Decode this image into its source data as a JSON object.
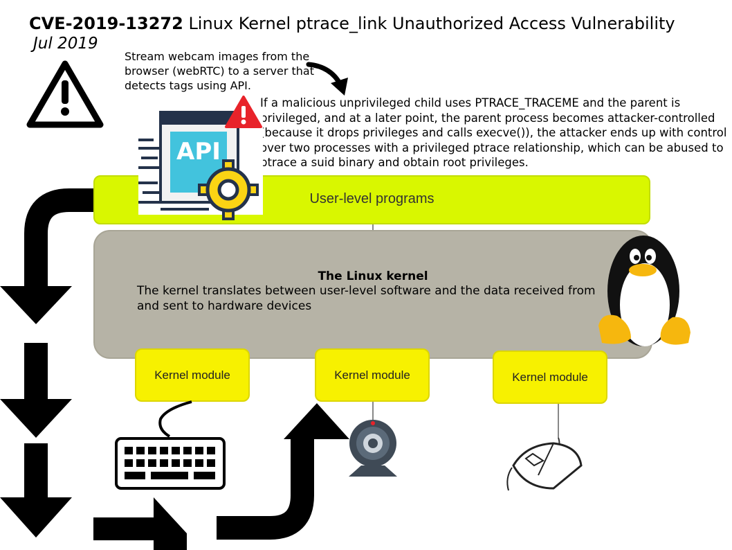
{
  "header": {
    "cve_id": "CVE-2019-13272",
    "title": "Linux Kernel ptrace_link Unauthorized Access Vulnerability",
    "date": "Jul 2019"
  },
  "note": {
    "text": "Stream webcam images from the browser (webRTC) to a server that detects tags using API."
  },
  "description": {
    "text": "If a malicious  unprivileged child uses PTRACE_TRACEME and the parent is privileged, and at a later point, the parent process becomes attacker-controlled (because it drops privileges and calls execve()), the attacker ends up with control over two processes with a privileged ptrace relationship, which can be abused to ptrace a suid binary and obtain root privileges."
  },
  "diagram": {
    "user_programs_label": "User-level programs",
    "kernel_title": "The Linux kernel",
    "kernel_description": "The kernel translates between user-level software and the data received from and sent to hardware devices",
    "modules": [
      "Kernel module",
      "Kernel module",
      "Kernel module"
    ]
  },
  "icons": {
    "api_label": "API",
    "api_icon": "api-settings-icon",
    "warning_icon": "warning-triangle-icon",
    "alert_icon": "red-alert-icon",
    "penguin_icon": "linux-penguin-icon",
    "keyboard_icon": "keyboard-icon",
    "webcam_icon": "webcam-icon",
    "mouse_icon": "mouse-icon"
  },
  "colors": {
    "user_programs": "#d9f700",
    "kernel": "#b6b3a6",
    "module": "#f7f100",
    "alert": "#e8232a",
    "api_screen": "#42c3dd"
  }
}
